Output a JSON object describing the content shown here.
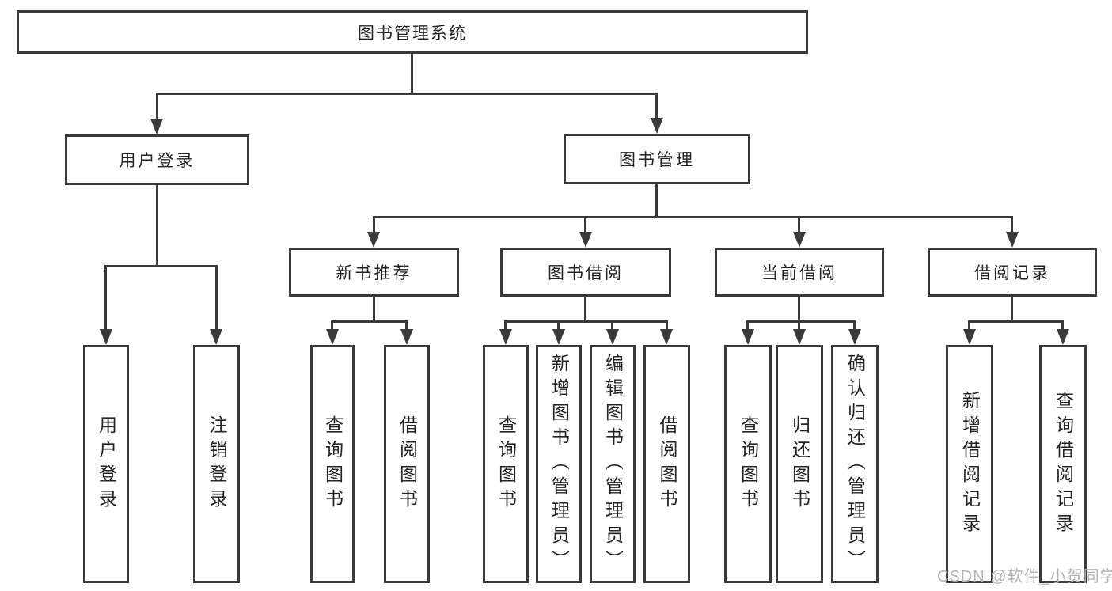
{
  "root": {
    "label": "图书管理系统"
  },
  "branches": [
    {
      "label": "用户登录"
    },
    {
      "label": "图书管理"
    }
  ],
  "modules": [
    {
      "label": "新书推荐"
    },
    {
      "label": "图书借阅"
    },
    {
      "label": "当前借阅"
    },
    {
      "label": "借阅记录"
    }
  ],
  "leaves": [
    {
      "label": "用户登录"
    },
    {
      "label": "注销登录"
    },
    {
      "label": "查询图书"
    },
    {
      "label": "借阅图书"
    },
    {
      "label": "查询图书"
    },
    {
      "label": "新增图书（管理员）"
    },
    {
      "label": "编辑图书（管理员）"
    },
    {
      "label": "借阅图书"
    },
    {
      "label": "查询图书"
    },
    {
      "label": "归还图书"
    },
    {
      "label": "确认归还（管理员）"
    },
    {
      "label": "新增借阅记录"
    },
    {
      "label": "查询借阅记录"
    }
  ],
  "watermark": {
    "text": "CSDN @软件_小贺同学",
    "color": "#b5b5b5"
  },
  "colors": {
    "line": "#3a3a3a",
    "border": "#3a3a3a",
    "text": "#232323",
    "background": "#ffffff"
  }
}
